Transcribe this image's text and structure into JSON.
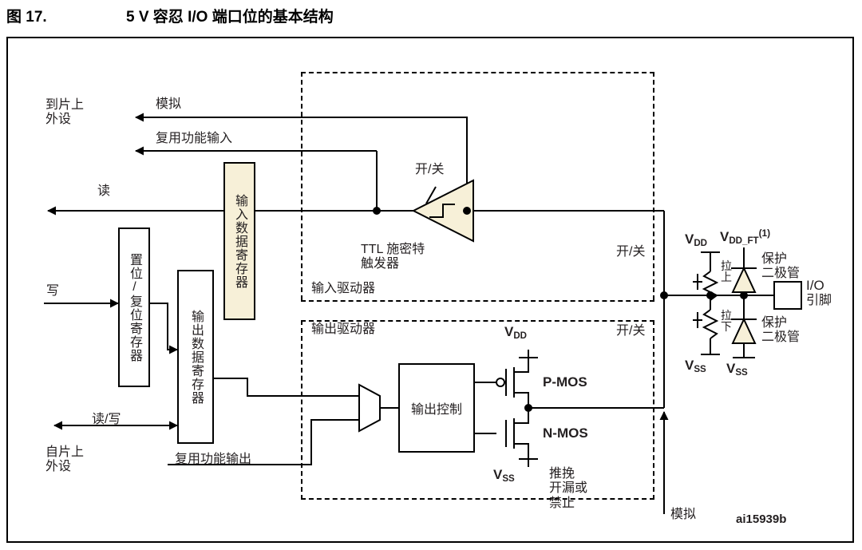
{
  "figure": {
    "number": "图 17.",
    "title": "5 V 容忍 I/O 端口位的基本结构",
    "watermark": "ai15939b"
  },
  "labels": {
    "to_onchip_peripheral": "到片上\n外设",
    "to_onchip_peripheral_l1": "到片上",
    "to_onchip_peripheral_l2": "外设",
    "from_onchip_peripheral_l1": "自片上",
    "from_onchip_peripheral_l2": "外设",
    "analog_top": "模拟",
    "analog_bottom": "模拟",
    "alt_function_input": "复用功能输入",
    "alt_function_output": "复用功能输出",
    "read": "读",
    "write": "写",
    "read_write": "读/写",
    "on_off_schmitt": "开/关",
    "on_off_pullup": "开/关",
    "on_off_pulldown": "开/关",
    "input_driver": "输入驱动器",
    "output_driver": "输出驱动器",
    "ttl_schmitt_l1": "TTL 施密特",
    "ttl_schmitt_l2": "触发器",
    "input_data_register": "输入数据寄存器",
    "output_data_register": "输出数据寄存器",
    "set_reset_register": "置位/复位寄存器",
    "output_control": "输出控制",
    "pmos": "P-MOS",
    "nmos": "N-MOS",
    "pull_up_l1": "拉",
    "pull_up_l2": "上",
    "pull_down_l1": "拉",
    "pull_down_l2": "下",
    "protect_diode_top_l1": "保护",
    "protect_diode_top_l2": "二极管",
    "protect_diode_bot_l1": "保护",
    "protect_diode_bot_l2": "二极管",
    "io_pin_l1": "I/O",
    "io_pin_l2": "引脚",
    "push_pull_l1": "推挽",
    "push_pull_l2": "开漏或",
    "push_pull_l3": "禁止"
  },
  "supplies": {
    "vdd_mos": "VDD",
    "vss_mos": "VSS",
    "vdd_pull": "VDD",
    "vss_pull": "VSS",
    "vdd_ft": "VDD_FT",
    "vdd_ft_note": "(1)",
    "vss_diode": "VSS",
    "v_base": "V",
    "dd_sub": "DD",
    "ss_sub": "SS",
    "ddft_sub": "DD_FT"
  },
  "colors": {
    "line": "#000000",
    "text": "#231f20",
    "cream_fill": "#f7f0d8",
    "frame": "#000000"
  }
}
